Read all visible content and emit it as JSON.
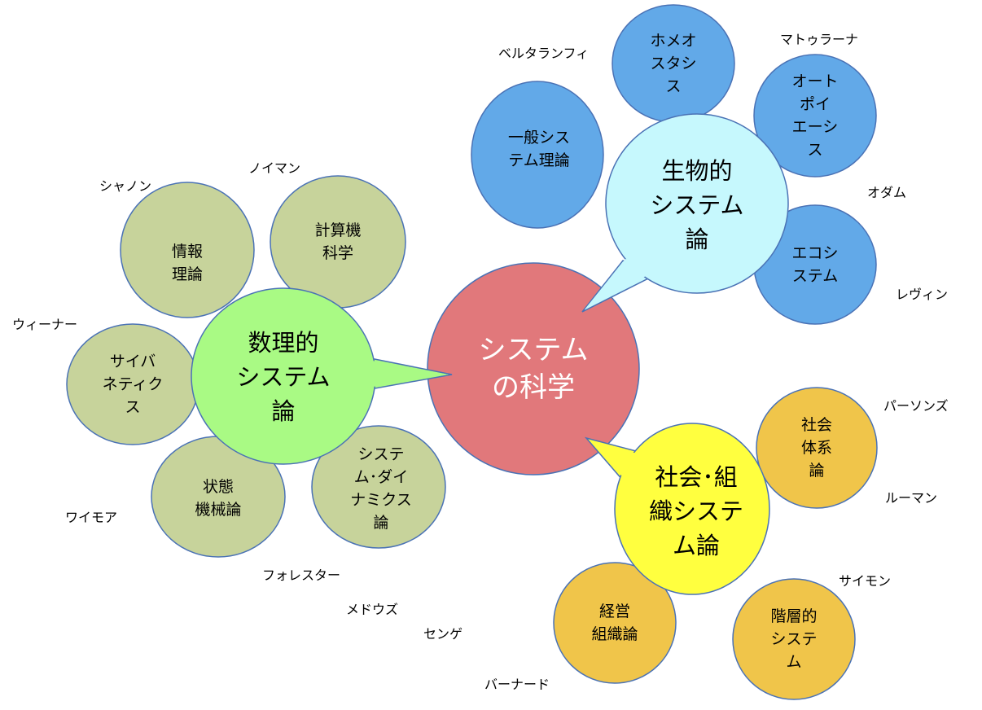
{
  "colors": {
    "center": "#E1787B",
    "bio": "#C6F8FD",
    "bio_sat": "#62A9E8",
    "math": "#A9FA84",
    "math_sat": "#C7D39B",
    "social": "#FFFF3F",
    "social_sat": "#F0C54A",
    "stroke": "#4A72B5"
  },
  "center": {
    "label": "システム\nの科学"
  },
  "bio": {
    "label": "生物的\nシステム\n論",
    "items": [
      "一般シス\nテム理論",
      "ホメオ\nスタシ\nス",
      "オート\nポイ\nエーシ\nス",
      "エコシ\nステム"
    ],
    "names": [
      "ベルタランフィ",
      "マトゥラーナ",
      "オダム",
      "レヴィン"
    ]
  },
  "math": {
    "label": "数理的\nシステム\n論",
    "items": [
      "情報\n理論",
      "計算機\n科学",
      "サイバ\nネティク\nス",
      "状態\n機械論",
      "システ\nム･ダイ\nナミクス\n論"
    ],
    "names": [
      "シャノン",
      "ノイマン",
      "ウィーナー",
      "ワイモア",
      "フォレスター",
      "メドウズ",
      "センゲ"
    ]
  },
  "social": {
    "label": "社会･組\n織システ\nム論",
    "items": [
      "社会\n体系\n論",
      "経営\n組織論",
      "階層的\nシステ\nム"
    ],
    "names": [
      "パーソンズ",
      "ルーマン",
      "サイモン",
      "バーナード"
    ]
  }
}
